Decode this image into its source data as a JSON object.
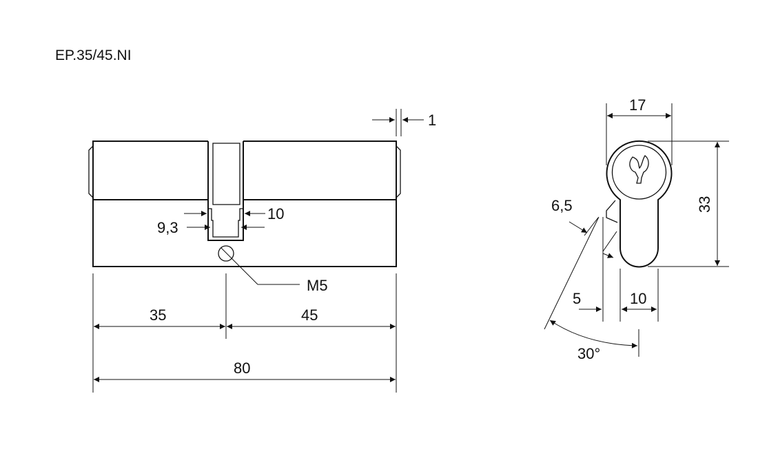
{
  "title": "EP.35/45.NI",
  "side_view": {
    "dim_flange": "1",
    "dim_cam_outer": "10",
    "dim_cam_inner": "9,3",
    "screw_label": "M5",
    "dim_left": "35",
    "dim_right": "45",
    "dim_total": "80"
  },
  "profile_view": {
    "dim_width": "17",
    "dim_height": "33",
    "dim_cam": "6,5",
    "dim_offset": "5",
    "dim_body": "10",
    "dim_angle": "30°"
  }
}
